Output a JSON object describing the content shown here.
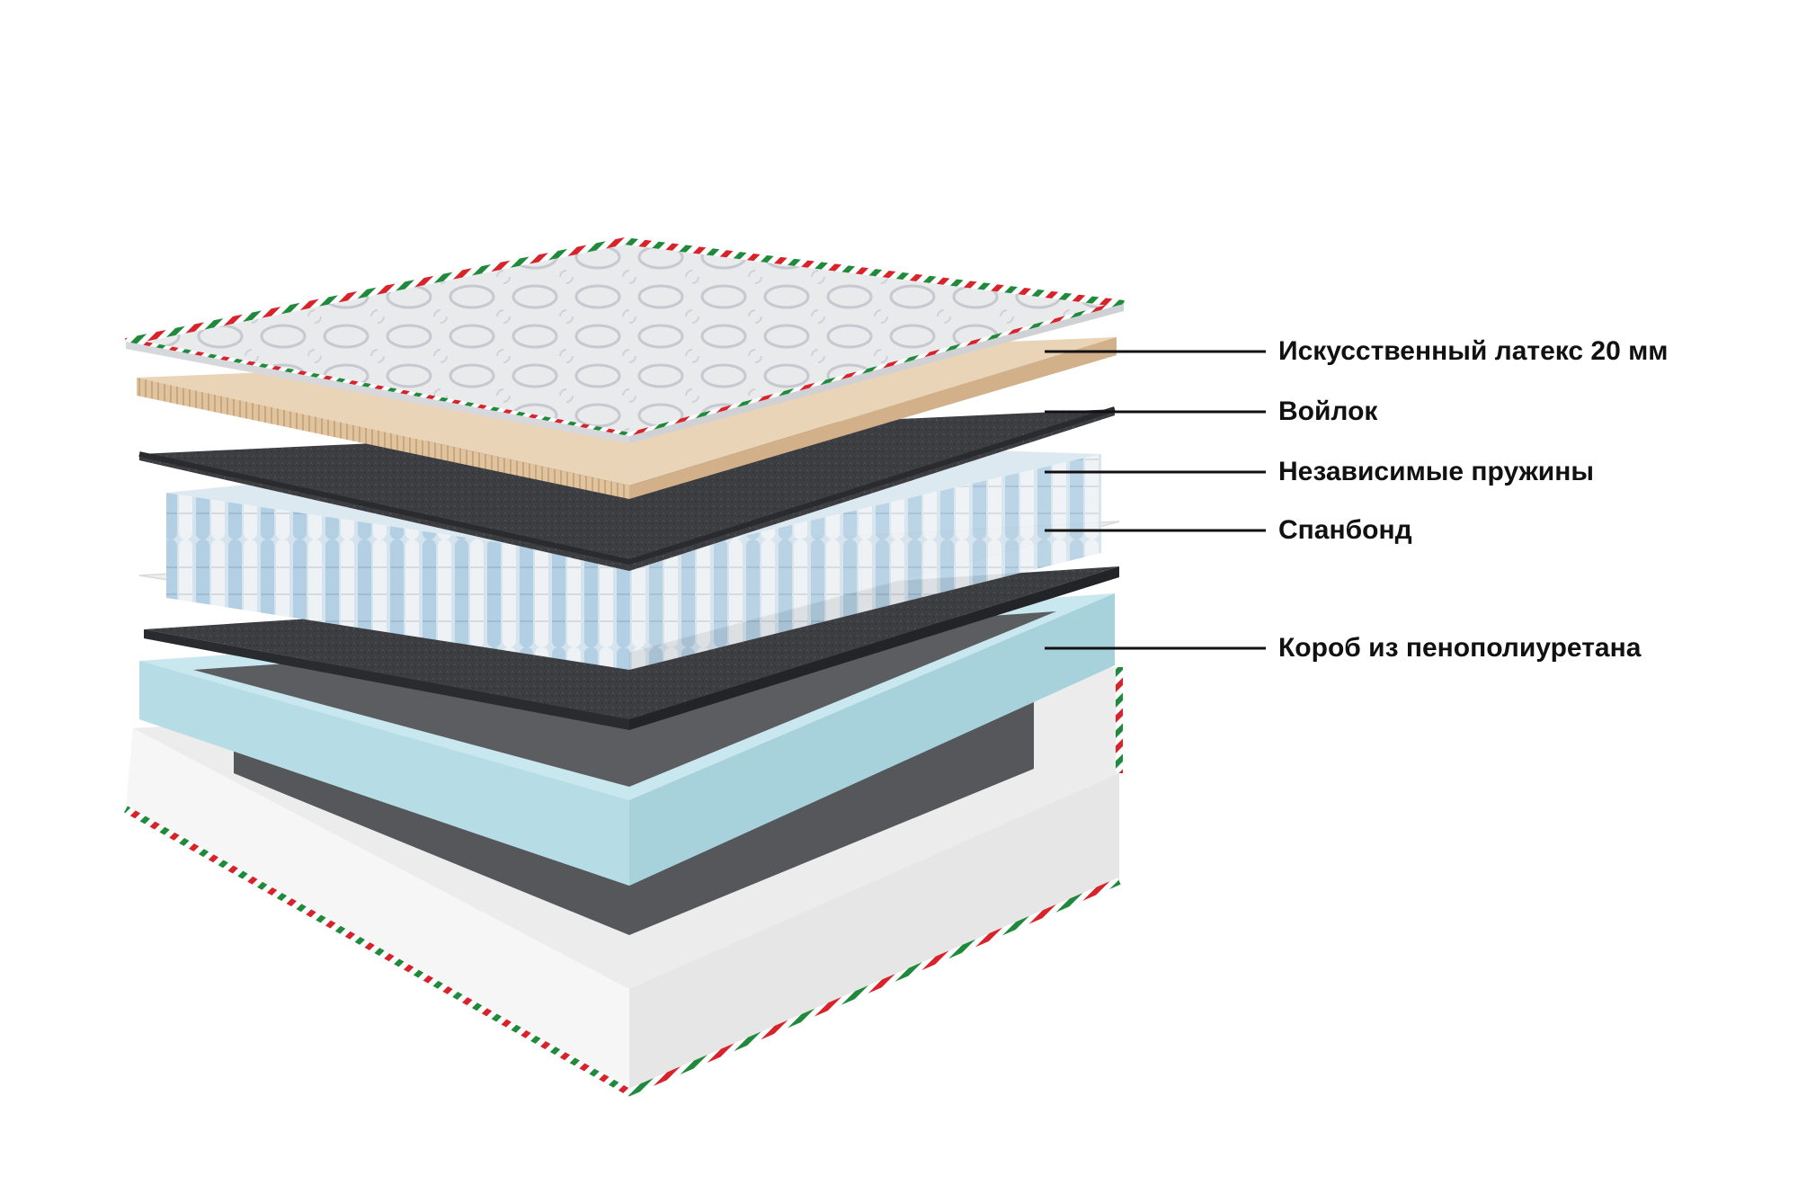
{
  "layers": [
    {
      "id": "latex",
      "label": "Искусственный латекс 20 мм"
    },
    {
      "id": "felt",
      "label": "Войлок"
    },
    {
      "id": "springs",
      "label": "Независимые пружины"
    },
    {
      "id": "spunbond",
      "label": "Спанбонд"
    },
    {
      "id": "foam-box",
      "label": "Короб из пенополиуретана"
    }
  ],
  "colors": {
    "cover": "#e9eaec",
    "cover_pattern": "#c9ccd2",
    "piping_red": "#d8232a",
    "piping_green": "#1f8a3b",
    "latex": "#e3c9a8",
    "felt": "#3b3c40",
    "spring_blue": "#b7d3e6",
    "spring_white": "#eef3f7",
    "spunbond": "#f0f1f2",
    "foam": "#bfe3ea",
    "base_cover": "#f4f4f4"
  }
}
